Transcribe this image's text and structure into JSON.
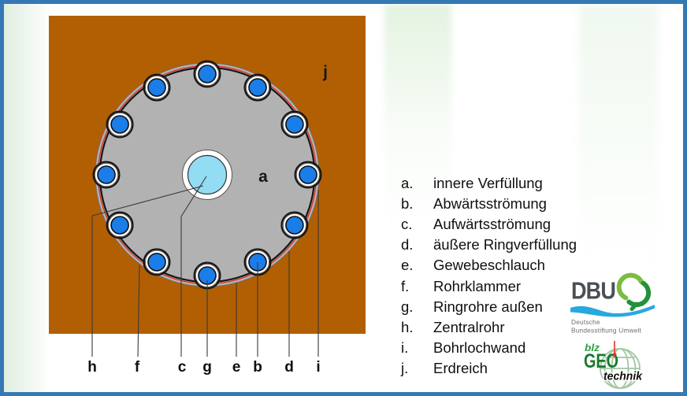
{
  "colors": {
    "border_blue": "#3579b4",
    "soil_brown": "#b25f04",
    "grout_gray": "#b2b2b2",
    "pipe_blue": "#1a7de8",
    "center_fluid_cyan": "#92dcf4",
    "borehole_red": "#e0301e",
    "line_dark": "#3a3a3a",
    "dbu_text_gray": "#4a4f55",
    "dbu_green_light": "#7cbd3f",
    "dbu_green_dark": "#23913c",
    "dbu_wave_blue": "#29a8e0",
    "geo_green_mid": "#2f9e41",
    "geo_green_dark": "#187a2e",
    "globe_green": "#a3c6a3",
    "pin_red": "#e23222"
  },
  "diagram": {
    "area_label_inner": "a",
    "area_label_soil": "j",
    "callout_letters": [
      "h",
      "f",
      "c",
      "g",
      "e",
      "b",
      "d",
      "i"
    ]
  },
  "legend": {
    "items": [
      {
        "key": "a.",
        "label": "innere Verfüllung"
      },
      {
        "key": "b.",
        "label": "Abwärtsströmung"
      },
      {
        "key": "c.",
        "label": "Aufwärtsströmung"
      },
      {
        "key": "d.",
        "label": "äußere Ringverfüllung"
      },
      {
        "key": "e.",
        "label": "Gewebeschlauch"
      },
      {
        "key": "f.",
        "label": "Rohrklammer"
      },
      {
        "key": "g.",
        "label": "Ringrohre außen"
      },
      {
        "key": "h.",
        "label": "Zentralrohr"
      },
      {
        "key": "i.",
        "label": "Bohrlochwand"
      },
      {
        "key": "j.",
        "label": "Erdreich"
      }
    ]
  },
  "logos": {
    "dbu": {
      "acronym": "DBU",
      "subtitle_line1": "Deutsche",
      "subtitle_line2": "Bundesstiftung Umwelt"
    },
    "geotechnik": {
      "top": "blz",
      "main": "GEO",
      "bottom": "technik"
    }
  }
}
